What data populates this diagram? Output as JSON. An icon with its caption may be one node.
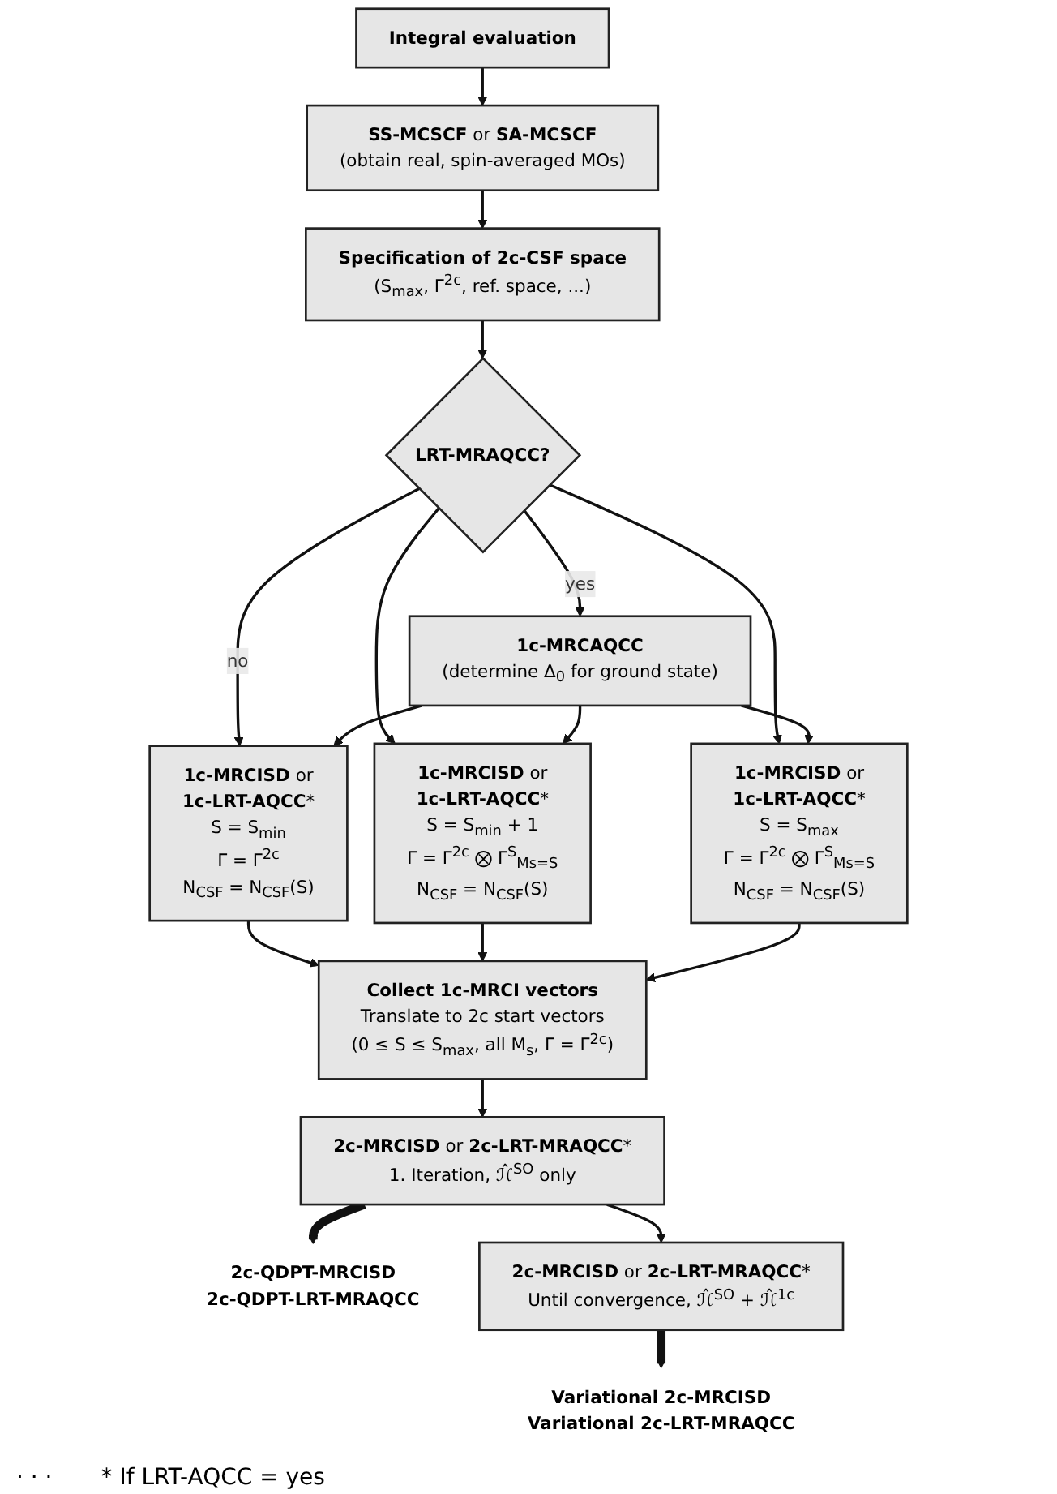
{
  "diagram": {
    "nodes": [
      {
        "text": [
          "Integral evaluation"
        ]
      },
      {
        "text": [
          "**SS-MCSCF** or **SA-MCSCF**",
          "(obtain real, spin-averaged MOs)"
        ]
      },
      {
        "text": [
          "Specification of 2c-CSF space",
          "(S$_{max}$, Γ$^{2c}$, ref. space, ...)"
        ]
      },
      {
        "text": [
          "LRT-MRAQCC?"
        ]
      },
      {
        "text": [
          "1c-MRCAQCC",
          "(determine Δ$_{0}$ for ground state)"
        ]
      },
      {
        "text": [
          "**1c-MRCISD** or",
          "**1c-LRT-AQCC***",
          "S = S$_{min}$",
          "Γ = Γ$^{2c}$",
          "N$_{CSF}$ = N$_{CSF}$(S)"
        ]
      },
      {
        "text": [
          "**1c-MRCISD** or",
          "**1c-LRT-AQCC***",
          "S = S$_{min}$ + 1",
          "Γ = Γ$^{2c}$ ⨂ Γ$^{S}$$_{Ms=S}$",
          "N$_{CSF}$ = N$_{CSF}$(S)"
        ]
      },
      {
        "text": [
          "**1c-MRCISD** or",
          "**1c-LRT-AQCC***",
          "S = S$_{max}$",
          "Γ = Γ$^{2c}$ ⨂ Γ$^{S}$$_{Ms=S}$",
          "N$_{CSF}$ = N$_{CSF}$(S)"
        ]
      },
      {
        "text": [
          "Collect 1c-MRCI vectors",
          "Translate to 2c start vectors",
          "(0 ≤ S ≤ S$_{max}$, all M$_{s}$, Γ = Γ$^{2c}$)"
        ]
      },
      {
        "text": [
          "**2c-MRCISD** or **2c-LRT-MRAQCC***",
          "1. Iteration, ℋ̂$^{SO}$ only"
        ]
      },
      {
        "text": [
          "2c-QDPT-MRCISD",
          "2c-QDPT-LRT-MRAQCC"
        ]
      },
      {
        "text": [
          "**2c-MRCISD** or **2c-LRT-MRAQCC***",
          "Until convergence, ℋ̂$^{SO}$ + ℋ̂$^{1c}$"
        ]
      },
      {
        "text": [
          "Variational 2c-MRCISD",
          "Variational 2c-LRT-MRAQCC"
        ]
      }
    ],
    "edges": [
      {
        "from": 0,
        "to": 1,
        "arrow": "to"
      },
      {
        "from": 1,
        "to": 2,
        "arrow": "to"
      },
      {
        "from": 2,
        "to": 3,
        "arrow": "to"
      },
      {
        "from": 3,
        "to": 4,
        "arrow": "to",
        "label": "yes"
      },
      {
        "from": 3,
        "to": 5,
        "arrow": "to",
        "label": "no"
      },
      {
        "from": 3,
        "to": 6,
        "arrow": "to"
      },
      {
        "from": 3,
        "to": 7,
        "arrow": "to"
      },
      {
        "from": 4,
        "to": 5,
        "arrow": "to"
      },
      {
        "from": 4,
        "to": 6,
        "arrow": "to"
      },
      {
        "from": 4,
        "to": 7,
        "arrow": "to"
      },
      {
        "from": 5,
        "to": 8,
        "arrow": "to"
      },
      {
        "from": 6,
        "to": 8,
        "arrow": "to"
      },
      {
        "from": 7,
        "to": 8,
        "arrow": "to"
      },
      {
        "from": 8,
        "to": 9,
        "arrow": "to"
      },
      {
        "from": 9,
        "to": 10,
        "arrow": "to",
        "style": "thick"
      },
      {
        "from": 9,
        "to": 11,
        "arrow": "to"
      },
      {
        "from": 11,
        "to": 12,
        "arrow": "to",
        "style": "thick"
      }
    ],
    "labels": [
      "· · ·",
      "* If LRT-AQCC = yes"
    ]
  }
}
